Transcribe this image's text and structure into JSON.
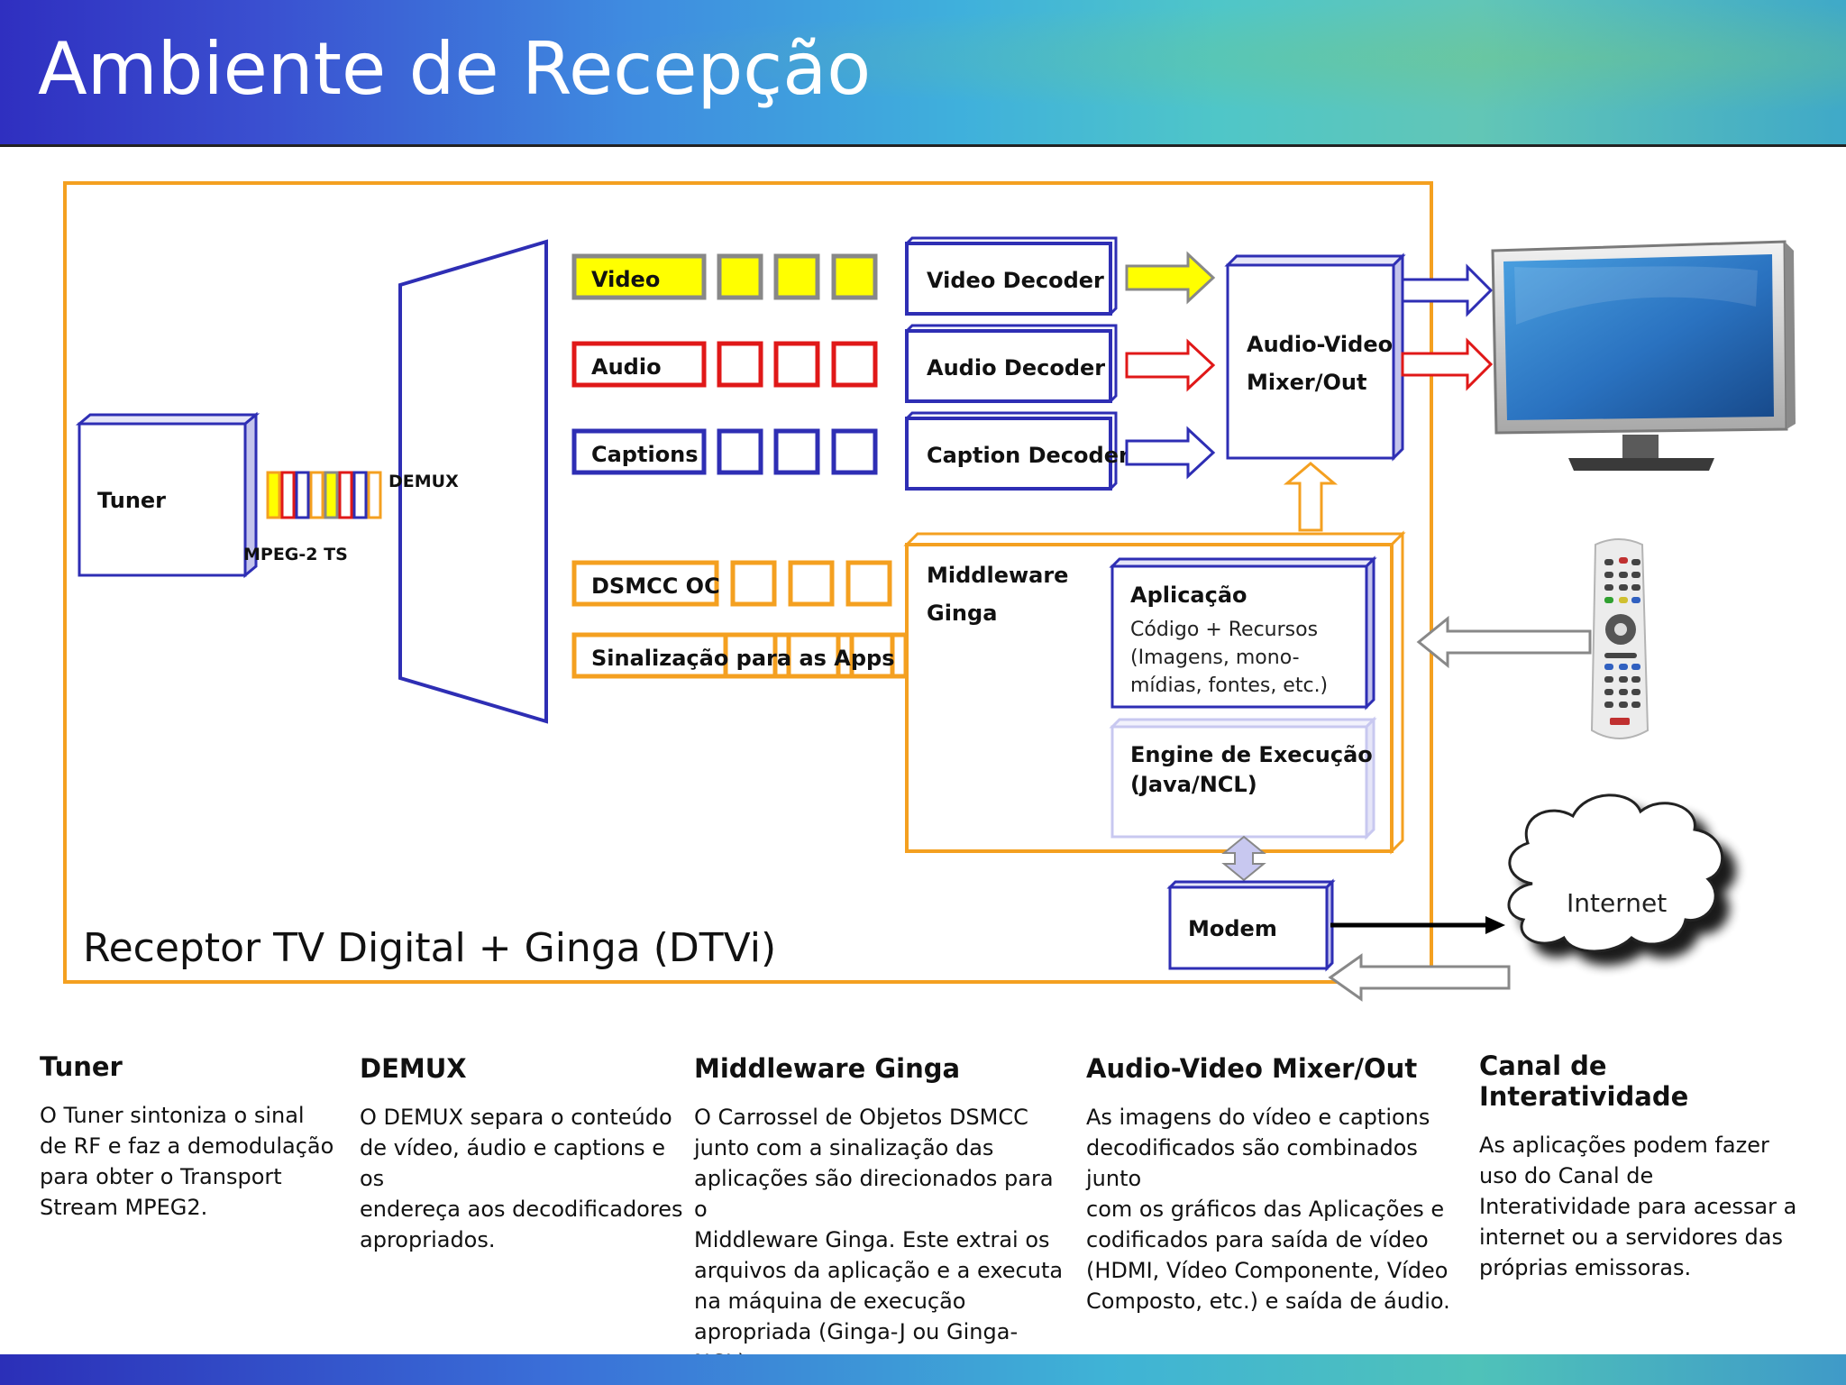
{
  "slide": {
    "title": "Ambiente de Recepção"
  },
  "diagram": {
    "receiver_label": "Receptor TV Digital + Ginga (DTVi)",
    "tuner": "Tuner",
    "ts_label": "MPEG-2 TS",
    "demux": "DEMUX",
    "streams": {
      "video": "Video",
      "audio": "Audio",
      "captions": "Captions",
      "dsmcc": "DSMCC OC",
      "signaling": "Sinalização para as Apps"
    },
    "decoders": {
      "video": "Video Decoder",
      "audio": "Audio Decoder",
      "caption": "Caption Decoder"
    },
    "mixer": {
      "line1": "Audio-Video",
      "line2": "Mixer/Out"
    },
    "middleware": {
      "line1": "Middleware",
      "line2": "Ginga"
    },
    "application": {
      "title": "Aplicação",
      "line1": "Código +  Recursos",
      "line2": "(Imagens, mono-",
      "line3": "mídias, fontes, etc.)"
    },
    "engine": {
      "line1": "Engine de Execução",
      "line2": "(Java/NCL)"
    },
    "modem": "Modem",
    "internet": "Internet",
    "colors": {
      "orange": "#f4a020",
      "blue": "#2e2eb4",
      "red": "#e01818",
      "yellow": "#ffff00",
      "gray": "#888888",
      "lavender": "#c8c8f0"
    }
  },
  "descriptions": [
    {
      "title": "Tuner",
      "lines": [
        "O Tuner sintoniza o sinal",
        "de RF e faz a demodulação",
        "para obter o Transport",
        "Stream MPEG2."
      ]
    },
    {
      "title": "DEMUX",
      "lines": [
        "O DEMUX separa o conteúdo",
        "de vídeo, áudio e captions e os",
        "endereça aos decodificadores",
        "apropriados."
      ]
    },
    {
      "title": "Middleware Ginga",
      "lines": [
        "O Carrossel de Objetos DSMCC",
        "junto com a sinalização das",
        "aplicações são direcionados para o",
        "Middleware Ginga. Este extrai os",
        "arquivos da aplicação e a executa",
        "na máquina de execução",
        "apropriada (Ginga-J ou Ginga-NCL)."
      ]
    },
    {
      "title": "Audio-Video Mixer/Out",
      "lines": [
        "As imagens do vídeo e captions",
        "decodificados são combinados junto",
        "com os gráficos das Aplicações e",
        "codificados para saída de vídeo",
        "(HDMI, Vídeo Componente, Vídeo",
        "Composto, etc.) e saída de áudio."
      ]
    },
    {
      "title": "Canal de Interatividade",
      "lines": [
        "As aplicações podem fazer",
        "uso do Canal de",
        "Interatividade para acessar a",
        "internet ou a servidores das",
        "próprias emissoras."
      ]
    }
  ]
}
